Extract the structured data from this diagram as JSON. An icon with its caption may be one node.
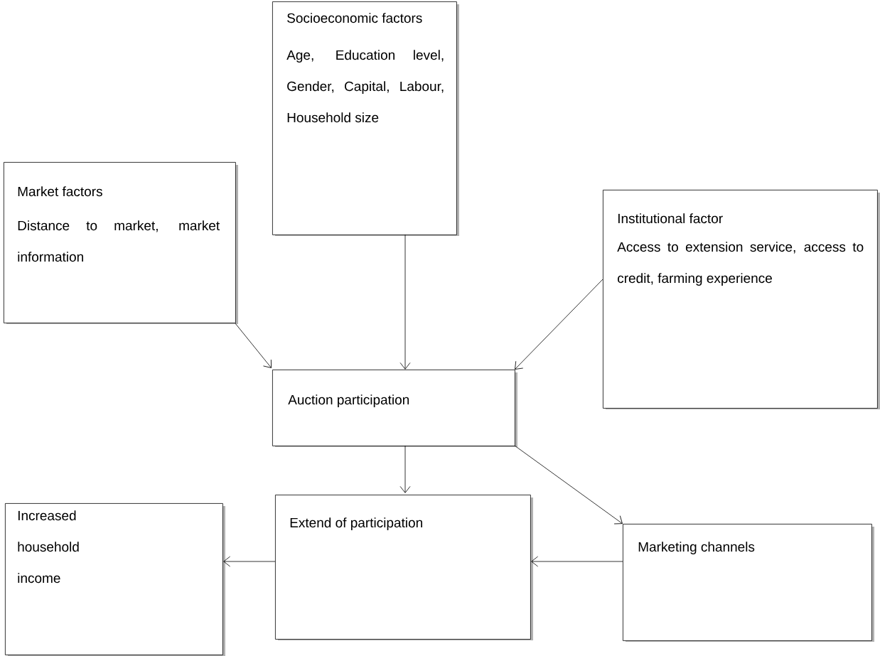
{
  "diagram": {
    "nodes": [
      {
        "text": [
          "Socioeconomic factors",
          "Age, Education level, Gender, Capital, Labour, Household size"
        ]
      },
      {
        "text": [
          "Market factors",
          "Distance to market, market information"
        ]
      },
      {
        "text": [
          "Institutional factor",
          "Access to extension service, access to credit, farming experience"
        ]
      },
      {
        "text": [
          "Auction participation"
        ]
      },
      {
        "text": [
          "Marketing channels"
        ]
      },
      {
        "text": [
          "Extend of participation"
        ]
      },
      {
        "text": [
          "Increased household income"
        ]
      }
    ],
    "edges": [
      {
        "from": 0,
        "to": 3,
        "arrow": "to"
      },
      {
        "from": 1,
        "to": 3,
        "arrow": "to"
      },
      {
        "from": 2,
        "to": 3,
        "arrow": "to"
      },
      {
        "from": 3,
        "to": 5,
        "arrow": "to"
      },
      {
        "from": 3,
        "to": 4,
        "arrow": "to"
      },
      {
        "from": 4,
        "to": 5,
        "arrow": "to"
      },
      {
        "from": 5,
        "to": 6,
        "arrow": "to"
      }
    ]
  }
}
